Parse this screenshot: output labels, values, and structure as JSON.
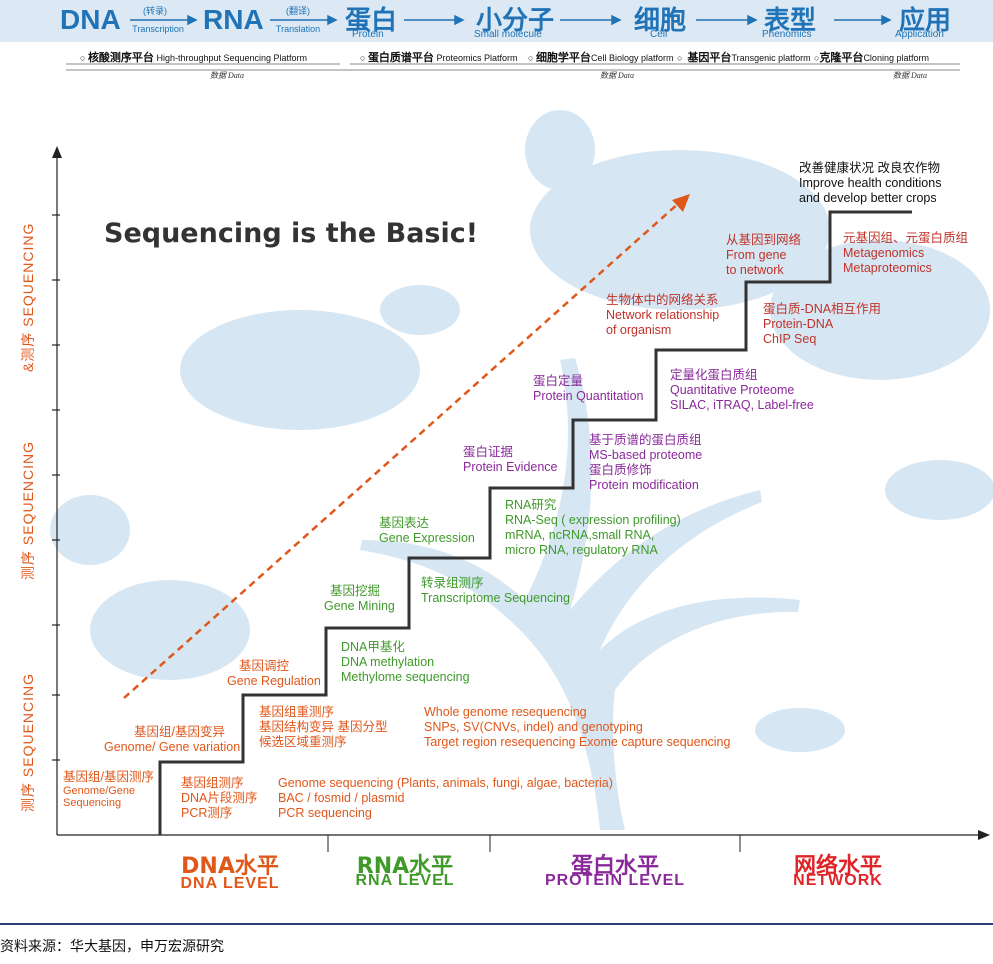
{
  "flow": {
    "dna": "DNA",
    "transcription_cn": "(转录)",
    "transcription_en": "Transcription",
    "rna": "RNA",
    "translation_cn": "(翻译)",
    "translation_en": "Translation",
    "protein_cn": "蛋白",
    "protein_en": "Protein",
    "molecule_cn": "小分子",
    "molecule_en": "Small molecule",
    "cell_cn": "细胞",
    "cell_en": "Cell",
    "pheno_cn": "表型",
    "pheno_en": "Phenomics",
    "app_cn": "应用",
    "app_en": "Application"
  },
  "platforms": [
    {
      "cn": "核酸测序平台",
      "en": "High-throughput Sequencing Platform"
    },
    {
      "cn": "蛋白质谱平台",
      "en": "Proteomics Platform"
    },
    {
      "cn": "细胞学平台",
      "en": "Cell Biology platform"
    },
    {
      "cn": "基因平台",
      "en": "Transgenic platform"
    },
    {
      "cn": "克隆平台",
      "en": "Cloning platform"
    }
  ],
  "data_label": "数据 Data",
  "headline": "Sequencing is the Basic!",
  "y_axis": [
    "测序 SEQUENCING",
    "测序 SEQUENCING",
    "&测序 SEQUENCING"
  ],
  "levels": [
    {
      "cn": "DNA水平",
      "en": "DNA LEVEL",
      "color": "#e0571a"
    },
    {
      "cn": "RNA水平",
      "en": "RNA LEVEL",
      "color": "#3f9a2a"
    },
    {
      "cn": "蛋白水平",
      "en": "PROTEIN LEVEL",
      "color": "#8a2a9a"
    },
    {
      "cn": "网络水平",
      "en": "NETWORK",
      "color": "#e0252a"
    }
  ],
  "steps": {
    "s1": [
      "基因组/基因测序",
      "Genome/Gene",
      "Sequencing"
    ],
    "s2": [
      "基因组/基因变异",
      "Genome/ Gene variation"
    ],
    "s3": [
      "基因调控",
      "Gene Regulation"
    ],
    "s4": [
      "基因挖掘",
      "Gene Mining"
    ],
    "s5": [
      "基因表达",
      "Gene Expression"
    ],
    "s6": [
      "蛋白证据",
      "Protein Evidence"
    ],
    "s7": [
      "蛋白定量",
      "Protein Quantitation"
    ],
    "s8": [
      "生物体中的网络关系",
      "Network relationship",
      "of organism"
    ],
    "s9": [
      "从基因到网络",
      "From gene",
      "to network"
    ],
    "s10": [
      "改善健康状况 改良农作物",
      "Improve health conditions",
      "and develop better crops"
    ]
  },
  "details": {
    "d1": [
      "基因组测序",
      "DNA片段测序",
      "PCR测序"
    ],
    "d1b": [
      "Genome sequencing (Plants, animals, fungi, algae, bacteria)",
      "BAC / fosmid / plasmid",
      "PCR sequencing"
    ],
    "d2": [
      "基因组重测序",
      "基因结构变异  基因分型",
      "候选区域重测序"
    ],
    "d2b": [
      "Whole genome resequencing",
      "SNPs, SV(CNVs, indel) and genotyping",
      "Target region resequencing  Exome capture sequencing"
    ],
    "d3": [
      "DNA甲基化",
      "DNA methylation",
      "Methylome sequencing"
    ],
    "d4": [
      "转录组测序",
      "Transcriptome Sequencing"
    ],
    "d5": [
      "RNA研究",
      "RNA-Seq ( expression profiling)",
      "mRNA, ncRNA,small RNA,",
      "micro RNA, regulatory RNA"
    ],
    "d6": [
      "基于质谱的蛋白质组",
      "MS-based proteome",
      "蛋白质修饰",
      "Protein modification"
    ],
    "d7": [
      "定量化蛋白质组",
      "Quantitative Proteome",
      "SILAC, iTRAQ, Label-free"
    ],
    "d8": [
      "蛋白质-DNA相互作用",
      "Protein-DNA",
      "ChIP Seq"
    ],
    "d9": [
      "元基因组、元蛋白质组",
      "Metagenomics",
      "Metaproteomics"
    ]
  },
  "source": "资料来源：华大基因，申万宏源研究"
}
